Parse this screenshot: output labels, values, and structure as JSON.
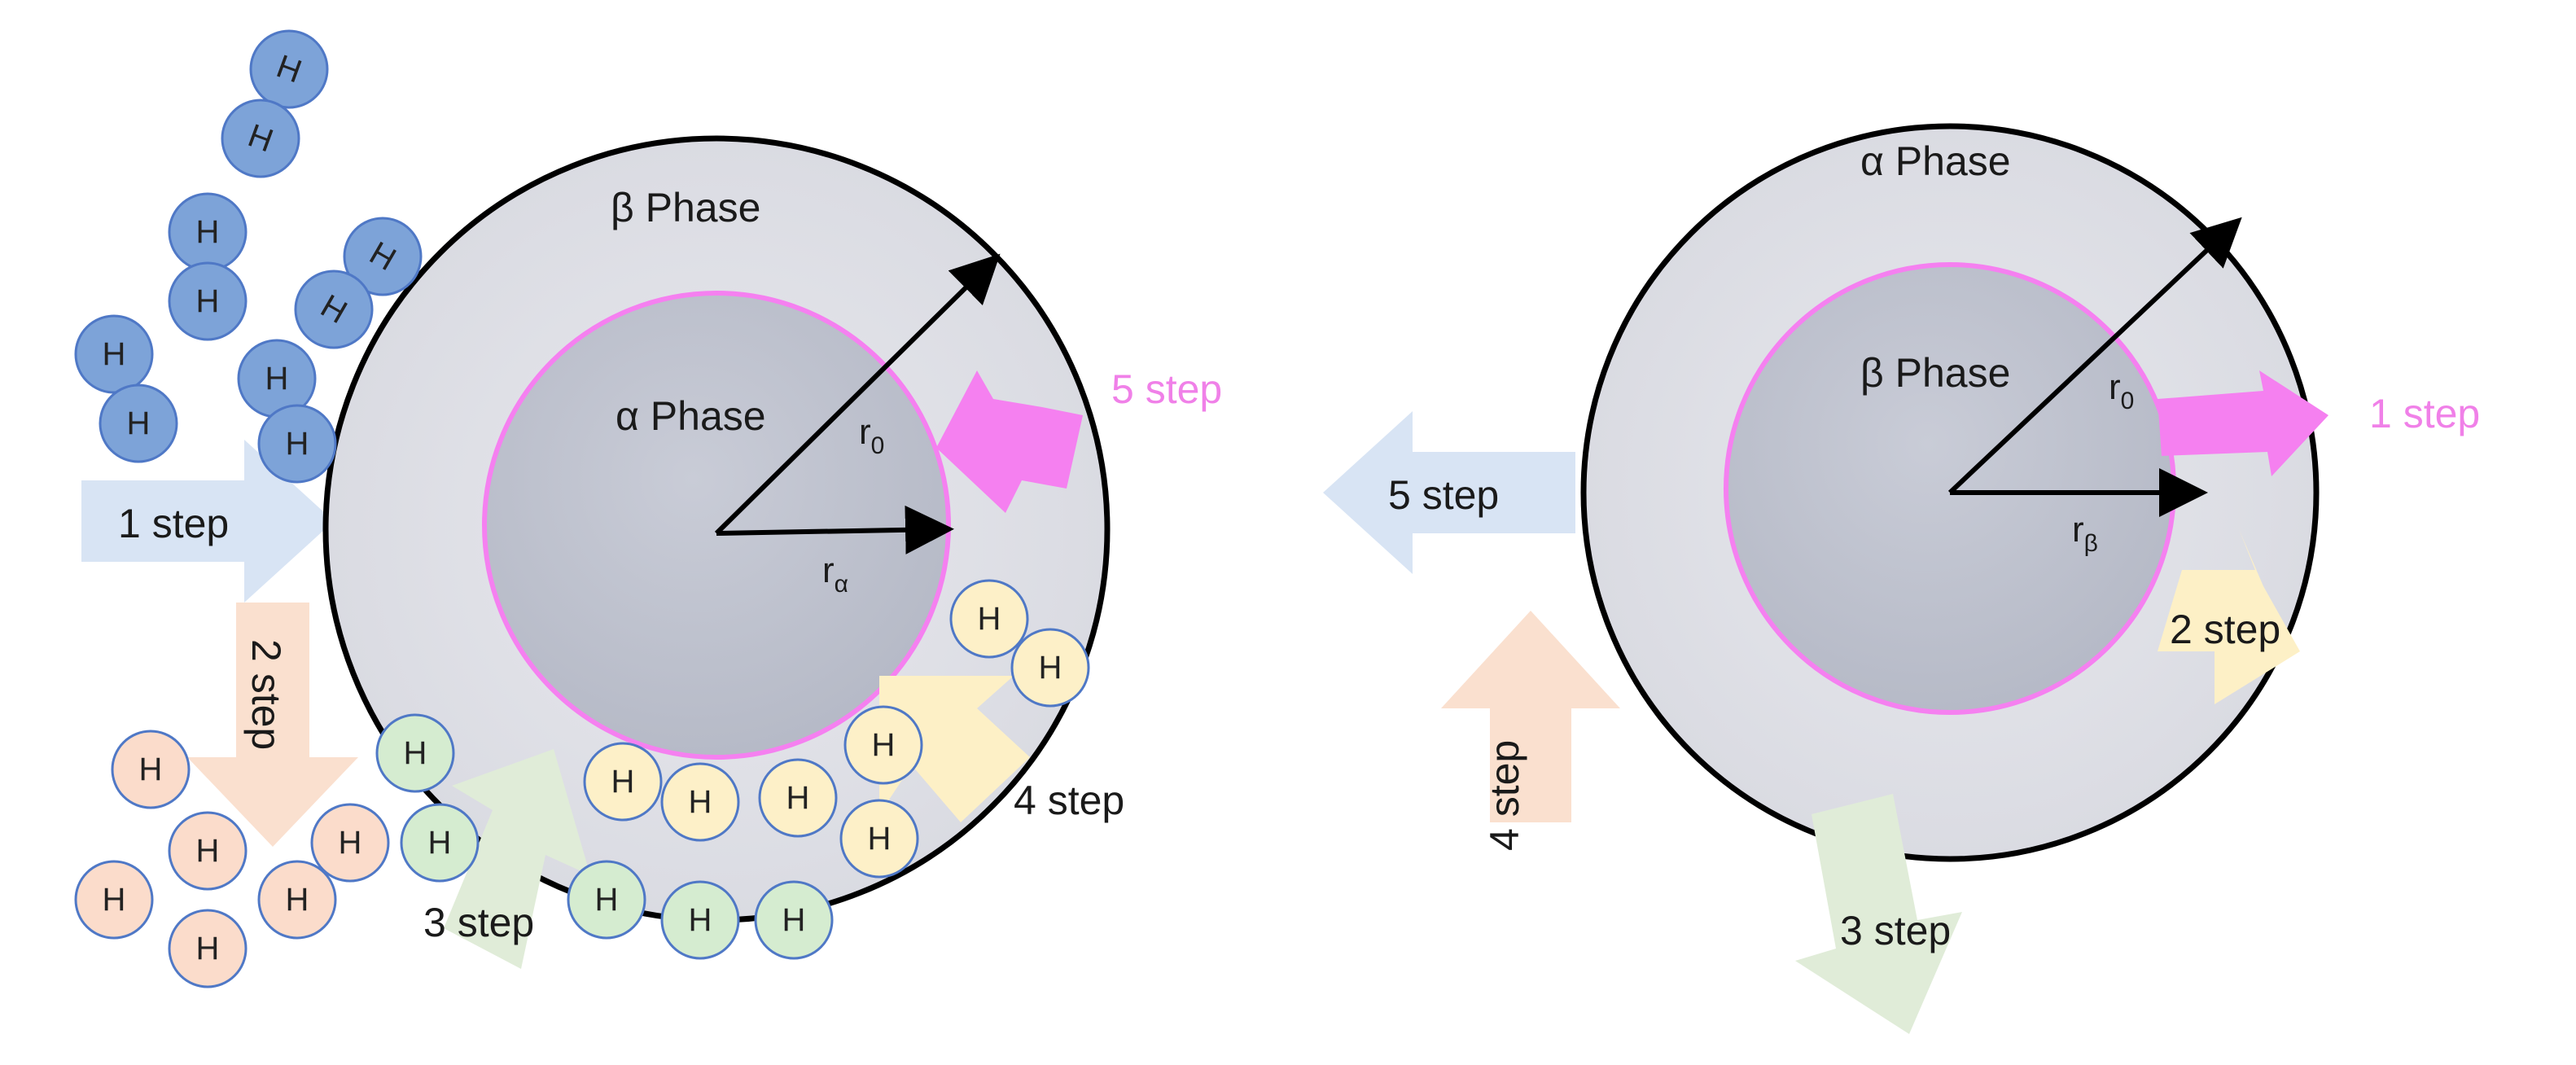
{
  "colors": {
    "outer_circle_fill": "#e3e4ea",
    "inner_circle_fill": "#c3c6d2",
    "interface_stroke": "#f580f0",
    "step1_arrow": "#d8e4f4",
    "step2_arrow": "#fae0cf",
    "step3_arrow": "#e0ecd8",
    "step4_arrow": "#fdf0c6",
    "step5_arrow": "#f580f0",
    "h_blue": "#7da3d8",
    "h_peach": "#fbdccb",
    "h_green": "#d5ecd0",
    "h_yellow": "#fdf0c8",
    "h_stroke": "#4f78c6"
  },
  "atom_label": "H",
  "absorption": {
    "outer_phase": "β Phase",
    "inner_phase": "α Phase",
    "r0": {
      "main": "r",
      "sub": "0"
    },
    "r_inner": {
      "main": "r",
      "sub": "α"
    },
    "steps": {
      "step1": "1 step",
      "step2": "2 step",
      "step3": "3 step",
      "step4": "4 step",
      "step5": "5 step"
    }
  },
  "desorption": {
    "outer_phase": "α Phase",
    "inner_phase": "β Phase",
    "r0": {
      "main": "r",
      "sub": "0"
    },
    "r_inner": {
      "main": "r",
      "sub": "β"
    },
    "steps": {
      "step1": "1 step",
      "step2": "2 step",
      "step3": "3 step",
      "step4": "4 step",
      "step5": "5 step"
    }
  }
}
